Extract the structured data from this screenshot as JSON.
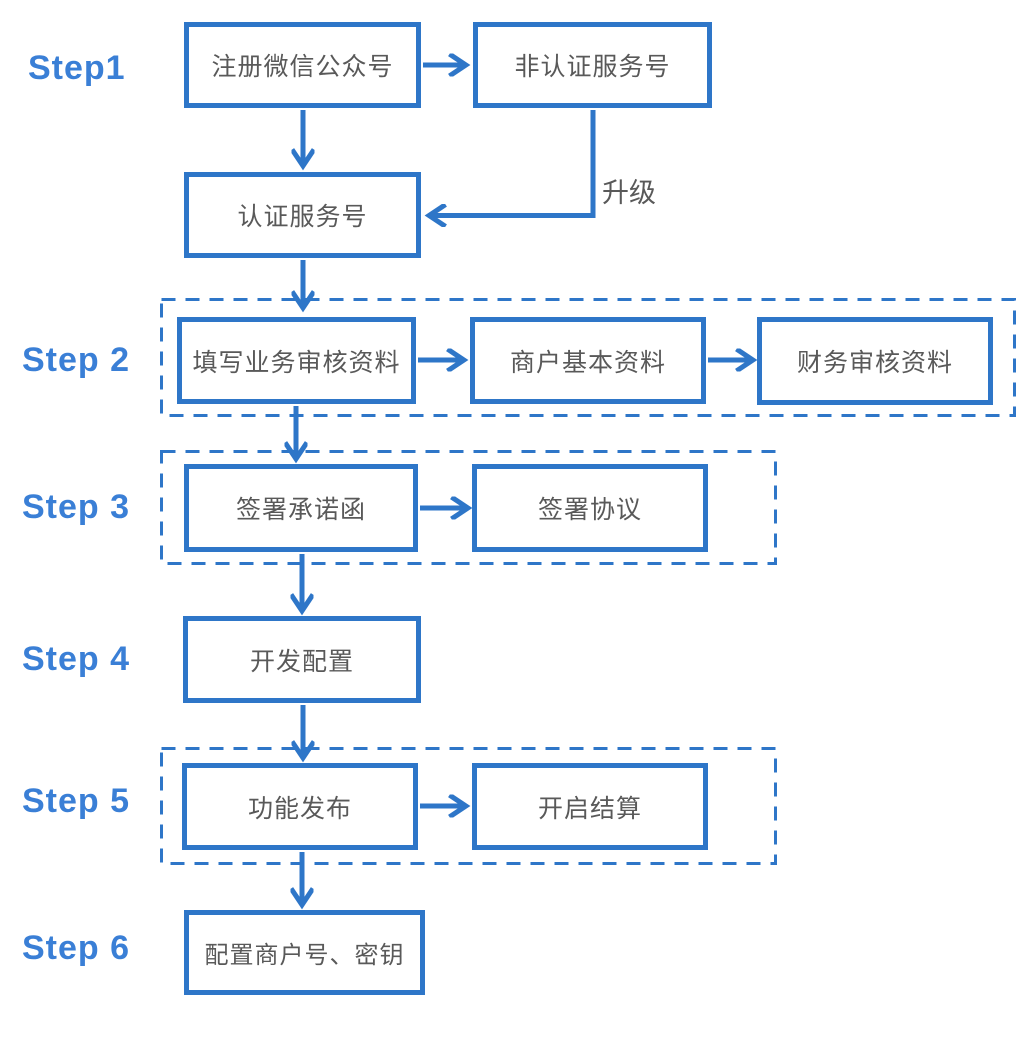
{
  "diagram_type": "flowchart",
  "colors": {
    "line_blue": "#2E76C8",
    "label_blue": "#3A7FD6",
    "text_gray": "#595959"
  },
  "steps": [
    {
      "label": "Step1"
    },
    {
      "label": "Step 2"
    },
    {
      "label": "Step 3"
    },
    {
      "label": "Step 4"
    },
    {
      "label": "Step 5"
    },
    {
      "label": "Step 6"
    }
  ],
  "nodes": {
    "register": "注册微信公众号",
    "unverified_service": "非认证服务号",
    "verified_service": "认证服务号",
    "business_audit": "填写业务审核资料",
    "merchant_basic": "商户基本资料",
    "finance_audit": "财务审核资料",
    "commitment_letter": "签署承诺函",
    "sign_agreement": "签署协议",
    "dev_config": "开发配置",
    "feature_release": "功能发布",
    "enable_settlement": "开启结算",
    "configure_merchant_key": "配置商户号、密钥"
  },
  "edge_labels": {
    "upgrade": "升级"
  }
}
